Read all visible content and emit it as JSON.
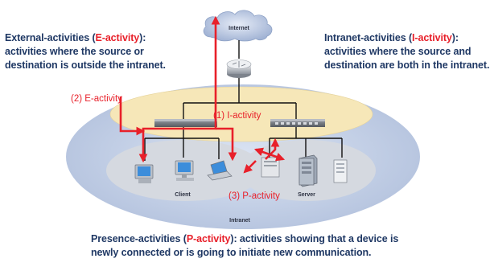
{
  "captions": {
    "external": {
      "line1_prefix": "External-activities (",
      "line1_red": "E-activity",
      "line1_suffix": "):",
      "line2_bold": "activities",
      "line2_rest": " where the source or",
      "line3": "destination is outside the intranet."
    },
    "intranet": {
      "line1_prefix": "Intranet-activities (",
      "line1_red": "I-activity",
      "line1_suffix": "):",
      "line2_bold": "activities",
      "line2_rest": " where the source and",
      "line3": "destination are both in the intranet."
    },
    "presence": {
      "line1_prefix": "Presence-activities (",
      "line1_red": "P-activity",
      "line1_suffix": "): ",
      "line1_bold2": "activities",
      "line1_rest": " showing that a device is",
      "line2": "newly connected or is going to initiate new communication."
    }
  },
  "diagram": {
    "internet_label": "Internet",
    "intranet_label": "Intranet",
    "client_label": "Client",
    "server_label": "Server",
    "e_activity_label": "(2) E-activity",
    "i_activity_label": "(1) I-activity",
    "p_activity_label": "(3) P-activity"
  },
  "colors": {
    "caption_text": "#1f3864",
    "highlight_red": "#e8202a",
    "intranet_ellipse": "#c5d2e8",
    "inner_band": "#f6e7b8",
    "lan_ellipse": "#d3d7de",
    "cloud": "#b9c7df"
  }
}
